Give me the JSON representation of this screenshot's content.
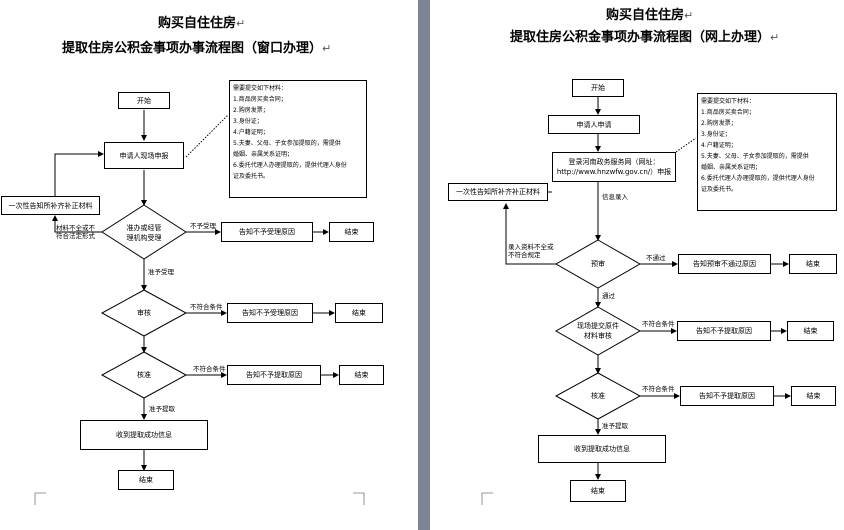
{
  "left": {
    "title1": "购买自住住房",
    "title2": "提取住房公积金事项办事流程图（窗口办理）",
    "para": "↵",
    "start": "开始",
    "apply": "申请人现场申报",
    "notice_resubmit": "一次性告知所补齐补正材料",
    "diamond1": [
      "准办或经管",
      "理机构受理"
    ],
    "label_material": [
      "材料不全或不",
      "符合法定形式"
    ],
    "no_accept": "不予受理",
    "notify_no_accept": "告知不予受理原因",
    "end1": "结束",
    "accept": "准予受理",
    "review": "审核",
    "not_meet1": "不符合条件",
    "notify_no_accept2": "告知不予受理原因",
    "end2": "结束",
    "approve": "核准",
    "not_meet2": "不符合条件",
    "notify_no_withdraw": "告知不予提取原因",
    "end3": "结束",
    "allow": "准予提取",
    "receive": "收到提取成功信息",
    "end_final": "结束",
    "materials": [
      "需要提交如下材料：",
      "1.商品房买卖合同；",
      "2.购房发票；",
      "3.身份证；",
      "4.户籍证明；",
      "5.夫妻、父母、子女参加提取的，需提供",
      "婚姻、亲属关系证明；",
      "6.委托代理人办理提取的，提供代理人身份",
      "证及委托书。"
    ]
  },
  "right": {
    "title1": "购买自住住房",
    "title2": "提取住房公积金事项办事流程图（网上办理）",
    "para": "↵",
    "start": "开始",
    "apply": "申请人申请",
    "login": [
      "登录河南政务服务网（网址：",
      "http://www.hnzwfw.gov.cn/）申报"
    ],
    "notice_resubmit": "一次性告知所补齐补正材料",
    "info_input": "信息录入",
    "label_incomplete": [
      "录入资料不全或",
      "不符合规定"
    ],
    "precheck": "预审",
    "not_pass": "不通过",
    "notify_not_pass": "告知预审不通过原因",
    "end1": "结束",
    "pass": "通过",
    "site_check": [
      "现场提交原件",
      "材料审核"
    ],
    "not_meet1": "不符合条件",
    "notify_no_withdraw1": "告知不予提取原因",
    "end2": "结束",
    "approve": "核准",
    "not_meet2": "不符合条件",
    "notify_no_withdraw2": "告知不予提取原因",
    "end3": "结束",
    "allow": "准予提取",
    "receive": "收到提取成功信息",
    "end_final": "结束",
    "materials": [
      "需要提交如下材料：",
      "1.商品房买卖合同；",
      "2.购房发票；",
      "3.身份证；",
      "4.户籍证明；",
      "5.夫妻、父母、子女参加提取的，需提供",
      "婚姻、亲属关系证明；",
      "6.委托代理人办理提取的，提供代理人身份",
      "证及委托书。"
    ]
  }
}
